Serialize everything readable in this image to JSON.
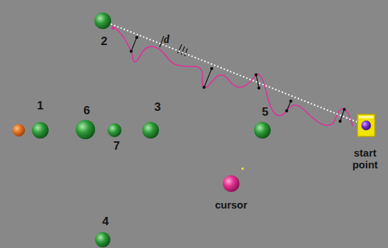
{
  "diagram": {
    "nodes": [
      {
        "text": [
          "2"
        ]
      },
      {
        "text": [
          "1"
        ]
      },
      {
        "text": [
          "6"
        ]
      },
      {
        "text": [
          "3"
        ]
      },
      {
        "text": [
          "5"
        ]
      },
      {
        "text": [
          "7"
        ]
      },
      {
        "text": [
          "start point"
        ]
      },
      {
        "text": [
          "cursor"
        ]
      },
      {
        "text": [
          "4"
        ]
      }
    ],
    "edges": [
      {
        "from": 6,
        "to": 0,
        "arrow": "none"
      }
    ],
    "labels": [
      "d"
    ]
  }
}
